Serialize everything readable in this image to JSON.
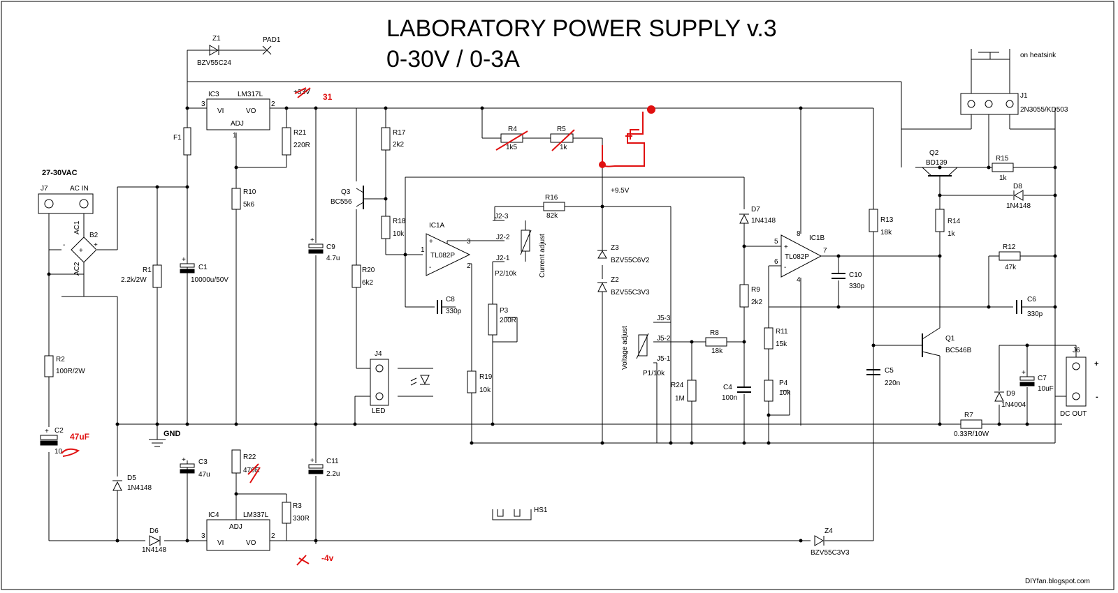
{
  "title": {
    "line1": "LABORATORY POWER SUPPLY v.3",
    "line2": "0-30V / 0-3A"
  },
  "credit": "DIYfan.blogspot.com",
  "input": {
    "voltage": "27-30VAC",
    "connector": "J7",
    "connector_label": "AC IN",
    "ac1": "AC1",
    "ac2": "AC2"
  },
  "output": {
    "connector": "J6",
    "label": "DC OUT",
    "plus": "+",
    "minus": "-"
  },
  "heatsink_note": "on heatsink",
  "components": {
    "Z1": [
      "Z1",
      "BZV55C24"
    ],
    "PAD1": [
      "PAD1"
    ],
    "IC3": [
      "IC3",
      "LM317L",
      "VI",
      "VO",
      "ADJ",
      "3",
      "2",
      "1"
    ],
    "IC4": [
      "IC4",
      "LM337L",
      "ADJ",
      "VI",
      "VO",
      "3",
      "2"
    ],
    "F1": [
      "F1"
    ],
    "B2": [
      "B2",
      "+",
      "-"
    ],
    "R1": [
      "R1",
      "2.2k/2W"
    ],
    "R2": [
      "R2",
      "100R/2W"
    ],
    "C1": [
      "C1",
      "10000u/50V"
    ],
    "C2": [
      "C2",
      "10"
    ],
    "C3": [
      "C3",
      "47u"
    ],
    "D5": [
      "D5",
      "1N4148"
    ],
    "D6": [
      "D6",
      "1N4148"
    ],
    "R21": [
      "R21",
      "220R"
    ],
    "R10": [
      "R10",
      "5k6"
    ],
    "R22": [
      "R22",
      "470R"
    ],
    "R3": [
      "R3",
      "330R"
    ],
    "C9": [
      "C9",
      "4.7u"
    ],
    "C11": [
      "C11",
      "2.2u"
    ],
    "Q3": [
      "Q3",
      "BC556"
    ],
    "R17": [
      "R17",
      "2k2"
    ],
    "R18": [
      "R18",
      "10k"
    ],
    "R20": [
      "R20",
      "6k2"
    ],
    "J4": [
      "J4",
      "LED"
    ],
    "R4": [
      "R4",
      "1k5"
    ],
    "R5": [
      "R5",
      "1k"
    ],
    "R16": [
      "R16",
      "82k"
    ],
    "IC1A": [
      "IC1A",
      "TL082P",
      "1",
      "2",
      "3",
      "+",
      "-"
    ],
    "J2": [
      "J2-3",
      "J2-2",
      "J2-1",
      "P2/10k",
      "Current adjust"
    ],
    "C8": [
      "C8",
      "330p"
    ],
    "P3": [
      "P3",
      "200R"
    ],
    "R19": [
      "R19",
      "10k"
    ],
    "Z3": [
      "Z3",
      "BZV55C6V2"
    ],
    "Z2": [
      "Z2",
      "BZV55C3V3"
    ],
    "rail": [
      "+9.5V"
    ],
    "J5": [
      "J5-3",
      "J5-2",
      "J5-1",
      "P1/10k",
      "Voltage adjust"
    ],
    "R8": [
      "R8",
      "18k"
    ],
    "R24": [
      "R24",
      "1M"
    ],
    "D7": [
      "D7",
      "1N4148"
    ],
    "R9": [
      "R9",
      "2k2"
    ],
    "C4": [
      "C4",
      "100n"
    ],
    "IC1B": [
      "IC1B",
      "TL082P",
      "5",
      "6",
      "7",
      "8",
      "4",
      "+",
      "-"
    ],
    "C10": [
      "C10",
      "330p"
    ],
    "R11": [
      "R11",
      "15k"
    ],
    "P4": [
      "P4",
      "10k"
    ],
    "R13": [
      "R13",
      "18k"
    ],
    "C5": [
      "C5",
      "220n"
    ],
    "Z4": [
      "Z4",
      "BZV55C3V3"
    ],
    "J1": [
      "J1",
      "2N3055/KD503"
    ],
    "Q2": [
      "Q2",
      "BD139"
    ],
    "R15": [
      "R15",
      "1k"
    ],
    "D8": [
      "D8",
      "1N4148"
    ],
    "R14": [
      "R14",
      "1k"
    ],
    "R12": [
      "R12",
      "47k"
    ],
    "C6": [
      "C6",
      "330p"
    ],
    "Q1": [
      "Q1",
      "BC546B"
    ],
    "R7": [
      "R7",
      "0.33R/10W"
    ],
    "D9": [
      "D9",
      "1N4004"
    ],
    "C7": [
      "C7",
      "10uF"
    ],
    "HS1": [
      "HS1"
    ],
    "GND": [
      "GND"
    ],
    "vout": [
      "+33V"
    ]
  },
  "annotations": [
    "31",
    "47uF",
    "-4v"
  ],
  "colors": {
    "ink": "#000000",
    "annotation": "#e01010",
    "background": "#ffffff"
  }
}
